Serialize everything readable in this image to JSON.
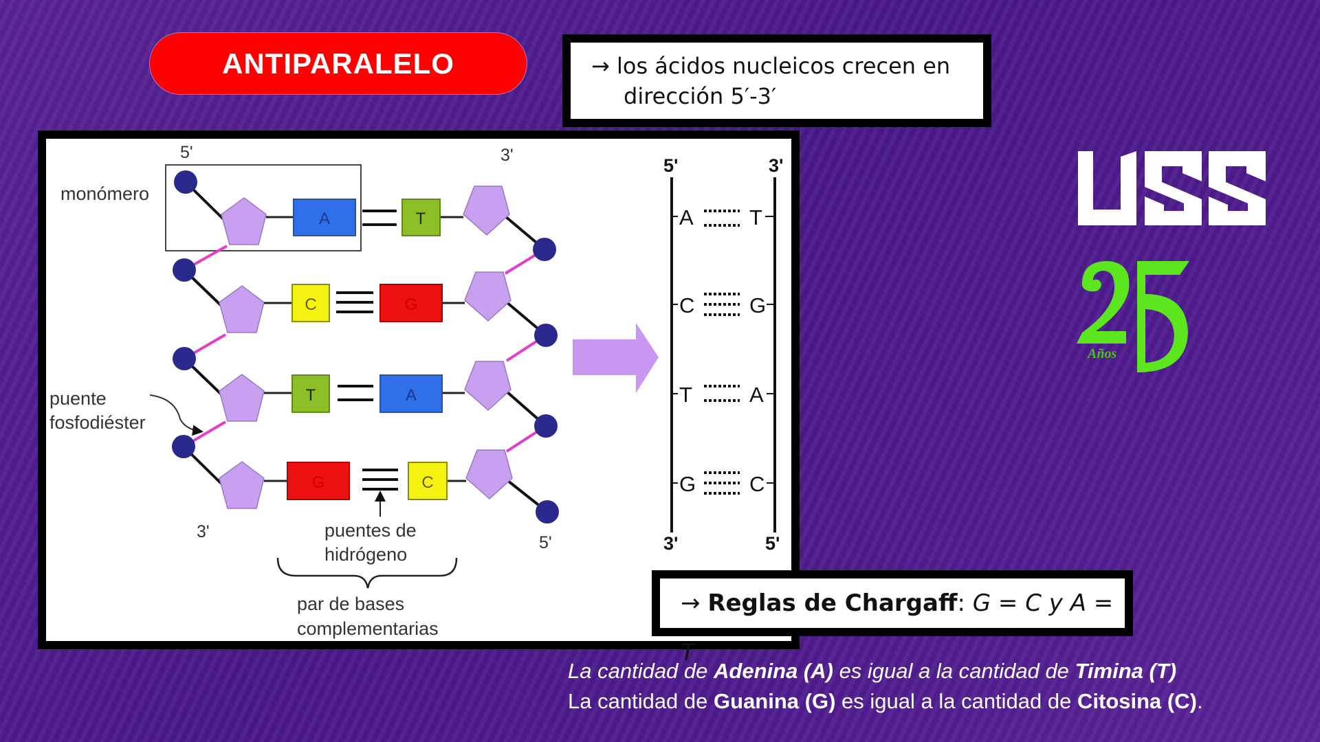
{
  "title_pill": {
    "label": "ANTIPARALELO",
    "color": "#ff0000"
  },
  "note_top": {
    "arrow": "→",
    "line1": "los ácidos nucleicos crecen en",
    "line2": "dirección 5′-3′"
  },
  "note_chargaff": {
    "arrow": "→",
    "bold": "Reglas de Chargaff",
    "colon": ":",
    "rule": "G = C y A = T"
  },
  "diagram": {
    "labels": {
      "top_left_end": "5'",
      "top_right_end": "3'",
      "bottom_left_end": "3'",
      "bottom_right_end": "5'",
      "monomer": "monómero",
      "phosphodiester_1": "puente",
      "phosphodiester_2": "fosfodiéster",
      "hbond_1": "puentes de",
      "hbond_2": "hidrógeno",
      "pair_1": "par de bases",
      "pair_2": "complementarias"
    },
    "base_pairs": [
      {
        "left": "A",
        "right": "T",
        "left_color": "#2f6fe8",
        "right_color": "#8cbf26",
        "hbonds": 2
      },
      {
        "left": "C",
        "right": "G",
        "left_color": "#f5f20f",
        "right_color": "#ee1111",
        "hbonds": 3
      },
      {
        "left": "T",
        "right": "A",
        "left_color": "#8cbf26",
        "right_color": "#2f6fe8",
        "hbonds": 2
      },
      {
        "left": "G",
        "right": "C",
        "left_color": "#ee1111",
        "right_color": "#f5f20f",
        "hbonds": 3
      }
    ],
    "ladder": {
      "top_left": "5'",
      "top_right": "3'",
      "bottom_left": "3'",
      "bottom_right": "5'",
      "rows": [
        {
          "left": "A",
          "right": "T"
        },
        {
          "left": "C",
          "right": "G"
        },
        {
          "left": "T",
          "right": "A"
        },
        {
          "left": "G",
          "right": "C"
        }
      ]
    },
    "colors": {
      "sugar": "#c9a0f0",
      "phosphate": "#2a2a8c",
      "bridge": "#e040c8",
      "arrow": "#c996f2"
    }
  },
  "logo": {
    "text": "USS",
    "anniversary_number": "25",
    "anniversary_word": "Años",
    "accent": "#5ce61e"
  },
  "footer": {
    "line1": {
      "pre": "La cantidad de ",
      "b1": "Adenina (A)",
      "mid": " es igual a la cantidad de ",
      "b2": "Timina (T)",
      "post": ""
    },
    "line2": {
      "pre": "La cantidad de ",
      "b1": "Guanina (G)",
      "mid": " es igual a la cantidad de ",
      "b2": "Citosina (C)",
      "post": "."
    }
  }
}
